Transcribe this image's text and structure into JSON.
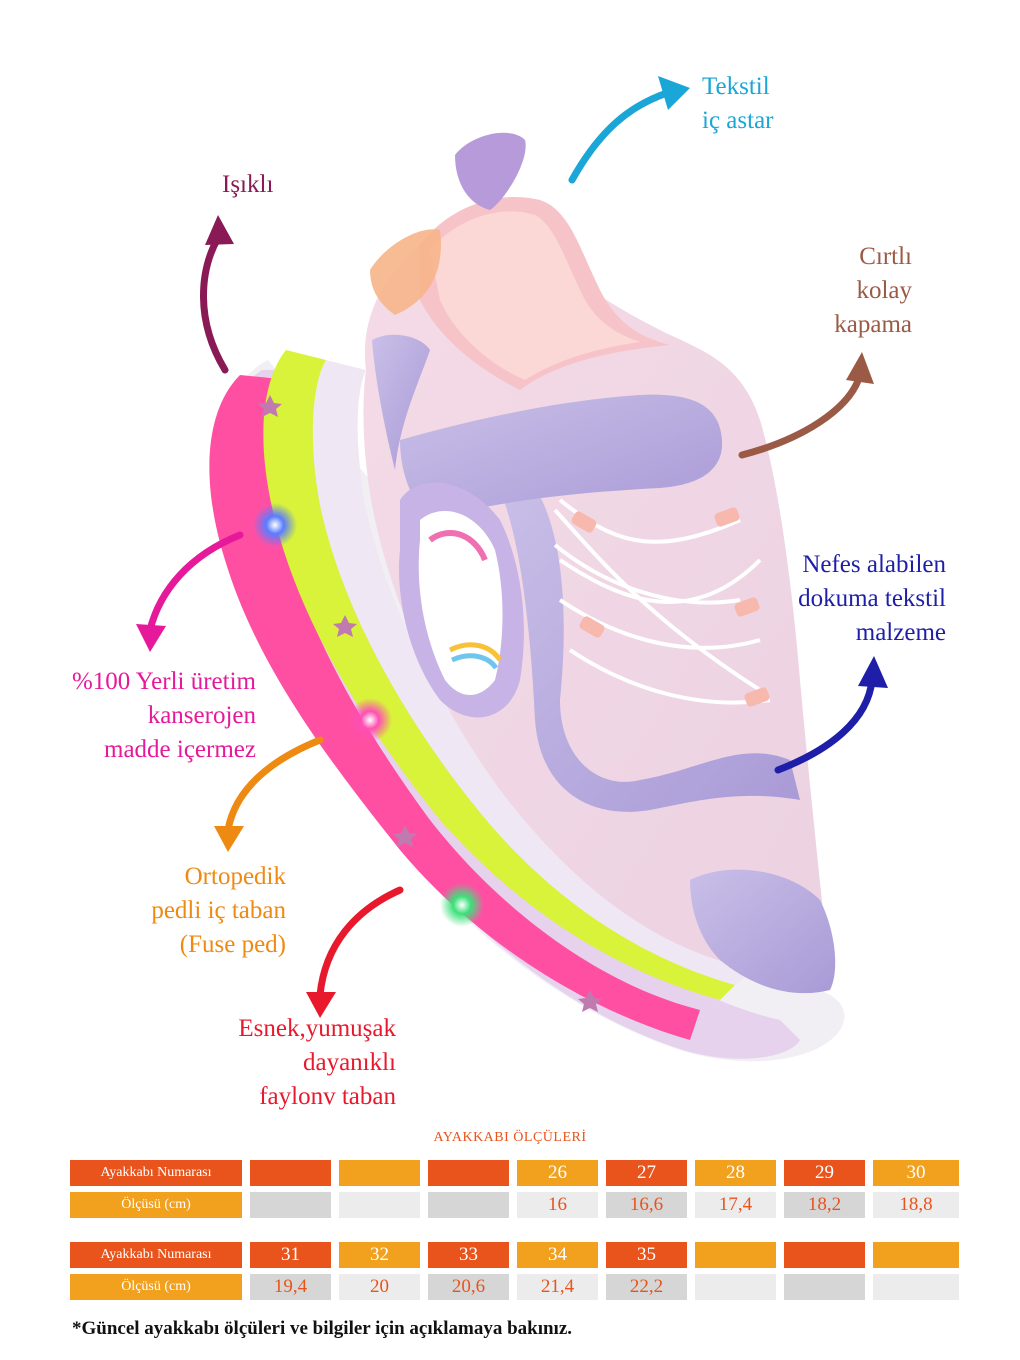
{
  "colors": {
    "lights": "#8a1a55",
    "textile_lining": "#1aa6d6",
    "velcro": "#9a5a45",
    "breathable": "#1e1ea8",
    "domestic": "#e6199a",
    "orthopedic": "#ee8a12",
    "sole": "#e8192c",
    "orange_dark": "#e8541b",
    "orange_light": "#f2a11f",
    "gray_cell": "#d6d6d6"
  },
  "features": {
    "lights": "Işıklı",
    "textile_lining": "Tekstil\niç astar",
    "velcro": "Cırtlı\nkolay\nkapama",
    "breathable": "Nefes alabilen\ndokuma tekstil\nmalzeme",
    "domestic": "%100 Yerli üretim\nkanserojen\nmadde içermez",
    "orthopedic": "Ortopedik\npedli iç taban\n(Fuse ped)",
    "sole": "Esnek,yumuşak\ndayanıklı\nfaylonv taban"
  },
  "size_table": {
    "title": "AYAKKABI ÖLÇÜLERİ",
    "shoe_size_label": "Ayakkabı Numarası",
    "length_label": "Ölçüsü (cm)",
    "rows1": {
      "sizes": [
        "",
        "",
        "",
        "26",
        "27",
        "28",
        "29",
        "30"
      ],
      "lengths": [
        "",
        "",
        "",
        "16",
        "16,6",
        "17,4",
        "18,2",
        "18,8"
      ]
    },
    "rows2": {
      "sizes": [
        "31",
        "32",
        "33",
        "34",
        "35",
        "",
        "",
        ""
      ],
      "lengths": [
        "19,4",
        "20",
        "20,6",
        "21,4",
        "22,2",
        "",
        "",
        ""
      ]
    }
  },
  "footnote": "*Güncel ayakkabı ölçüleri ve bilgiler için açıklamaya bakınız."
}
